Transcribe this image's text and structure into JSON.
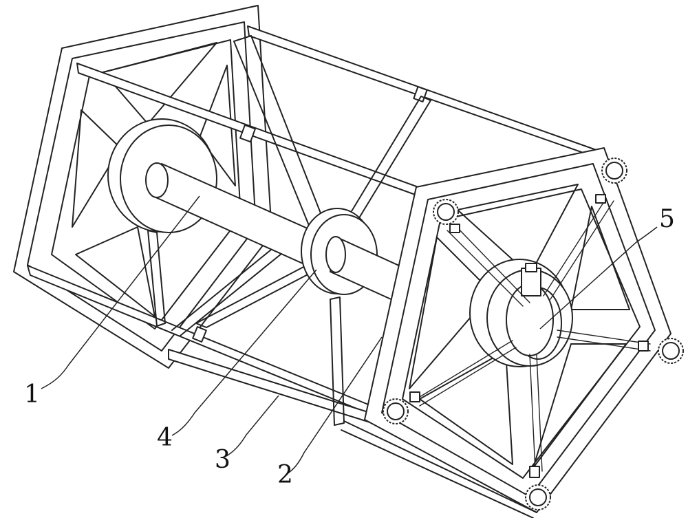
{
  "callouts": [
    {
      "text": "1",
      "target": "axle-shaft"
    },
    {
      "text": "2",
      "target": "bottom-frame-rail"
    },
    {
      "text": "3",
      "target": "lower-cross-bar"
    },
    {
      "text": "4",
      "target": "middle-hub-disc"
    },
    {
      "text": "5",
      "target": "drive-hub"
    }
  ]
}
